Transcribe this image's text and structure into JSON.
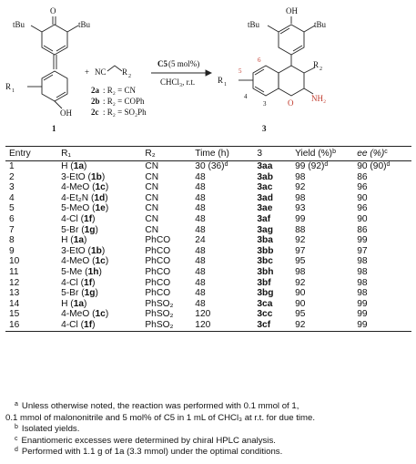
{
  "scheme": {
    "reactant1": {
      "o": "O",
      "tbu_left": "tBu",
      "tbu_right": "tBu",
      "r1": "R",
      "r1_sub": "1",
      "oh": "OH",
      "number": "1"
    },
    "plus": "+",
    "reactant2": {
      "nc": "NC",
      "r2": "R",
      "r2_sub": "2",
      "variants": [
        {
          "id": "2a",
          "text": ": R₂ = CN"
        },
        {
          "id": "2b",
          "text": ": R₂ = COPh"
        },
        {
          "id": "2c",
          "text": ": R₂ = SO₂Ph"
        }
      ]
    },
    "conditions": {
      "catalyst_prefix": "C5",
      "catalyst_suffix": " (5 mol%)",
      "solvent": "CHCl₃, r.t."
    },
    "product": {
      "oh": "OH",
      "tbu_left": "tBu",
      "tbu_right": "tBu",
      "r2": "R",
      "r2_sub": "2",
      "nh2": "NH₂",
      "r1": "R",
      "r1_sub": "1",
      "o": "O",
      "locants": [
        "5",
        "6",
        "4",
        "3"
      ],
      "number": "3"
    }
  },
  "table": {
    "headers": [
      "Entry",
      "R₁",
      "R₂",
      "Time (h)",
      "3",
      "Yield (%)",
      "ee (%)"
    ],
    "header_sups": [
      "",
      "",
      "",
      "",
      "",
      "b",
      "c"
    ],
    "rows": [
      {
        "entry": "1",
        "r1": "H",
        "r1_code": "1a",
        "r2": "CN",
        "time": "30 (36)",
        "time_sup": "d",
        "product": "3aa",
        "yield": "99 (92)",
        "yield_sup": "d",
        "ee": "90 (90)",
        "ee_sup": "d"
      },
      {
        "entry": "2",
        "r1": "3-EtO",
        "r1_code": "1b",
        "r2": "CN",
        "time": "48",
        "time_sup": "",
        "product": "3ab",
        "yield": "98",
        "yield_sup": "",
        "ee": "86",
        "ee_sup": ""
      },
      {
        "entry": "3",
        "r1": "4-MeO",
        "r1_code": "1c",
        "r2": "CN",
        "time": "48",
        "time_sup": "",
        "product": "3ac",
        "yield": "92",
        "yield_sup": "",
        "ee": "96",
        "ee_sup": ""
      },
      {
        "entry": "4",
        "r1": "4-Et₂N",
        "r1_code": "1d",
        "r2": "CN",
        "time": "48",
        "time_sup": "",
        "product": "3ad",
        "yield": "98",
        "yield_sup": "",
        "ee": "90",
        "ee_sup": ""
      },
      {
        "entry": "5",
        "r1": "5-MeO",
        "r1_code": "1e",
        "r2": "CN",
        "time": "48",
        "time_sup": "",
        "product": "3ae",
        "yield": "93",
        "yield_sup": "",
        "ee": "96",
        "ee_sup": ""
      },
      {
        "entry": "6",
        "r1": "4-Cl",
        "r1_code": "1f",
        "r2": "CN",
        "time": "48",
        "time_sup": "",
        "product": "3af",
        "yield": "99",
        "yield_sup": "",
        "ee": "90",
        "ee_sup": ""
      },
      {
        "entry": "7",
        "r1": "5-Br",
        "r1_code": "1g",
        "r2": "CN",
        "time": "48",
        "time_sup": "",
        "product": "3ag",
        "yield": "88",
        "yield_sup": "",
        "ee": "86",
        "ee_sup": ""
      },
      {
        "entry": "8",
        "r1": "H",
        "r1_code": "1a",
        "r2": "PhCO",
        "time": "24",
        "time_sup": "",
        "product": "3ba",
        "yield": "92",
        "yield_sup": "",
        "ee": "99",
        "ee_sup": ""
      },
      {
        "entry": "9",
        "r1": "3-EtO",
        "r1_code": "1b",
        "r2": "PhCO",
        "time": "48",
        "time_sup": "",
        "product": "3bb",
        "yield": "97",
        "yield_sup": "",
        "ee": "97",
        "ee_sup": ""
      },
      {
        "entry": "10",
        "r1": "4-MeO",
        "r1_code": "1c",
        "r2": "PhCO",
        "time": "48",
        "time_sup": "",
        "product": "3bc",
        "yield": "95",
        "yield_sup": "",
        "ee": "98",
        "ee_sup": ""
      },
      {
        "entry": "11",
        "r1": "5-Me",
        "r1_code": "1h",
        "r2": "PhCO",
        "time": "48",
        "time_sup": "",
        "product": "3bh",
        "yield": "98",
        "yield_sup": "",
        "ee": "98",
        "ee_sup": ""
      },
      {
        "entry": "12",
        "r1": "4-Cl",
        "r1_code": "1f",
        "r2": "PhCO",
        "time": "48",
        "time_sup": "",
        "product": "3bf",
        "yield": "92",
        "yield_sup": "",
        "ee": "98",
        "ee_sup": ""
      },
      {
        "entry": "13",
        "r1": "5-Br",
        "r1_code": "1g",
        "r2": "PhCO",
        "time": "48",
        "time_sup": "",
        "product": "3bg",
        "yield": "90",
        "yield_sup": "",
        "ee": "98",
        "ee_sup": ""
      },
      {
        "entry": "14",
        "r1": "H",
        "r1_code": "1a",
        "r2": "PhSO₂",
        "time": "48",
        "time_sup": "",
        "product": "3ca",
        "yield": "90",
        "yield_sup": "",
        "ee": "99",
        "ee_sup": ""
      },
      {
        "entry": "15",
        "r1": "4-MeO",
        "r1_code": "1c",
        "r2": "PhSO₂",
        "time": "120",
        "time_sup": "",
        "product": "3cc",
        "yield": "95",
        "yield_sup": "",
        "ee": "99",
        "ee_sup": ""
      },
      {
        "entry": "16",
        "r1": "4-Cl",
        "r1_code": "1f",
        "r2": "PhSO₂",
        "time": "120",
        "time_sup": "",
        "product": "3cf",
        "yield": "92",
        "yield_sup": "",
        "ee": "99",
        "ee_sup": ""
      }
    ]
  },
  "footnotes": [
    {
      "mark": "a",
      "text": "Unless otherwise noted, the reaction was performed with 0.1 mmol of 1,"
    },
    {
      "mark": "",
      "text": "0.1 mmol of malononitrile and 5 mol% of C5 in 1 mL of CHCl₃ at r.t. for due time."
    },
    {
      "mark": "b",
      "text": "Isolated yields."
    },
    {
      "mark": "c",
      "text": "Enantiomeric excesses were determined by chiral HPLC analysis."
    },
    {
      "mark": "d",
      "text": "Performed with 1.1 g of 1a (3.3 mmol) under the optimal conditions."
    }
  ],
  "colors": {
    "text": "#111111",
    "rule": "#222222",
    "highlight": "#c0392b"
  }
}
